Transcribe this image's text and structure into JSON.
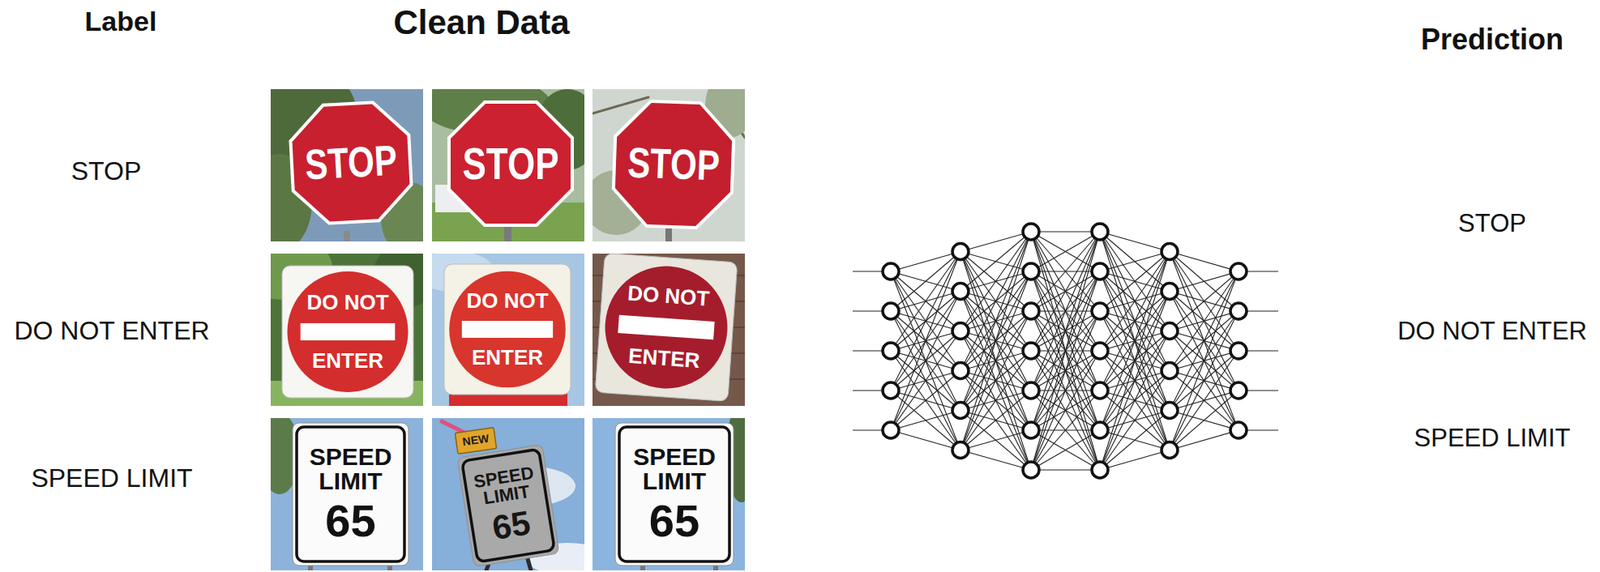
{
  "diagram": {
    "nodes": [
      {
        "text": [
          "STOP"
        ]
      },
      {
        "text": [
          "STOP"
        ]
      },
      {
        "text": [
          "STOP"
        ]
      },
      {
        "text": [
          "DO NOT",
          "ENTER"
        ]
      },
      {
        "text": [
          "DO NOT",
          "ENTER"
        ]
      },
      {
        "text": [
          "DO NOT",
          "ENTER"
        ]
      },
      {
        "text": [
          "SPEED LIMIT",
          "65"
        ]
      },
      {
        "text": [
          "NEW"
        ]
      },
      {
        "text": [
          "SPEED LIMIT",
          "65"
        ]
      },
      {
        "text": [
          "SPEED LIMIT",
          "65"
        ]
      }
    ],
    "labels": [
      "Label",
      "Clean Data",
      "Prediction",
      "STOP",
      "DO NOT ENTER",
      "SPEED LIMIT",
      "STOP",
      "DO NOT ENTER",
      "SPEED LIMIT"
    ]
  }
}
